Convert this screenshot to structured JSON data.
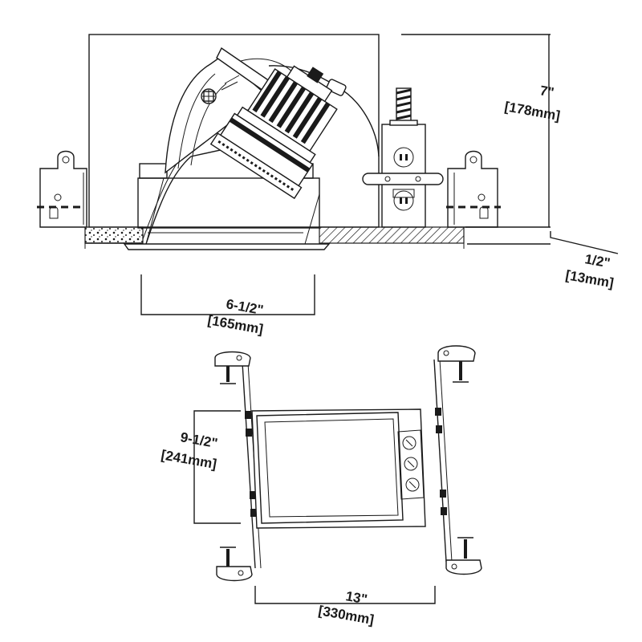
{
  "dimensions": {
    "height": {
      "imperial": "7\"",
      "metric": "[178mm]"
    },
    "flange": {
      "imperial": "1/2\"",
      "metric": "[13mm]"
    },
    "aperture": {
      "imperial": "6-1/2\"",
      "metric": "[165mm]"
    },
    "frame_width": {
      "imperial": "9-1/2\"",
      "metric": "[241mm]"
    },
    "frame_length": {
      "imperial": "13\"",
      "metric": "[330mm]"
    }
  }
}
